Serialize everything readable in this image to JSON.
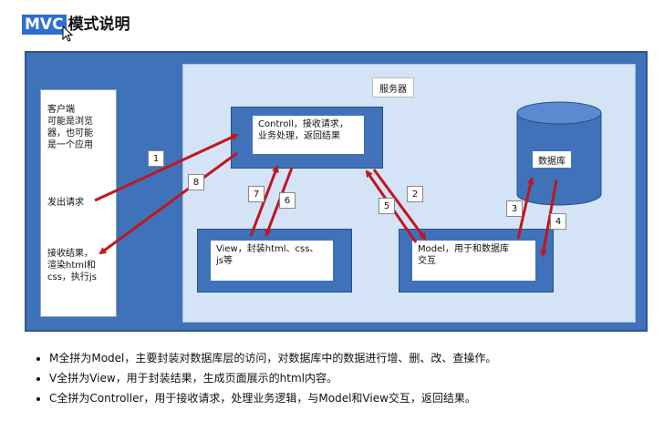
{
  "title": {
    "highlight": "MVC",
    "rest": "模式说明"
  },
  "client": {
    "desc_lines": [
      "客户端",
      "可能是浏览",
      "器，也可能",
      "是一个应用"
    ],
    "send": "发出请求",
    "receive_lines": [
      "接收结果，",
      "渲染html和",
      "css，执行js"
    ]
  },
  "server": {
    "label": "服务器"
  },
  "controller": {
    "lines": [
      "Controll，接收请求，",
      "业务处理，返回结果"
    ]
  },
  "view": {
    "lines": [
      "View，封装html、css、",
      "js等"
    ]
  },
  "model": {
    "lines": [
      "Model，用于和数据库",
      "交互"
    ]
  },
  "database": {
    "label": "数据库"
  },
  "steps": [
    "1",
    "2",
    "3",
    "4",
    "5",
    "6",
    "7",
    "8"
  ],
  "notes": [
    "M全拼为Model，主要封装对数据库层的访问，对数据库中的数据进行增、删、改、查操作。",
    "V全拼为View，用于封装结果，生成页面展示的html内容。",
    "C全拼为Controller，用于接收请求，处理业务逻辑，与Model和View交互，返回结果。"
  ],
  "colors": {
    "box_blue": "#3f72b8",
    "server_bg": "#d4e3f5",
    "arrow_red": "#c0161f",
    "highlight": "#2b6fd1"
  }
}
